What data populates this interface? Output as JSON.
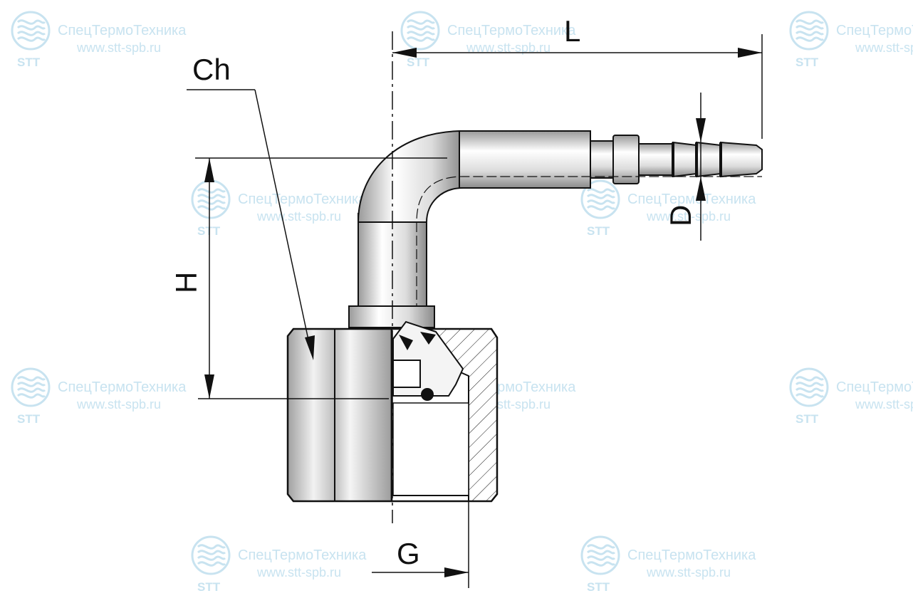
{
  "watermark": {
    "company": "СпецТермоТехника",
    "url": "www.stt-spb.ru",
    "abbr": "STT",
    "icon": "stt-logo-icon",
    "color": "#c8e3f0"
  },
  "dimensions": {
    "L": "L",
    "D": "D",
    "H": "H",
    "Ch": "Ch",
    "G": "G"
  },
  "colors": {
    "line": "#111111",
    "metal_light": "#f4f4f4",
    "metal_dark": "#8c8c8c"
  }
}
